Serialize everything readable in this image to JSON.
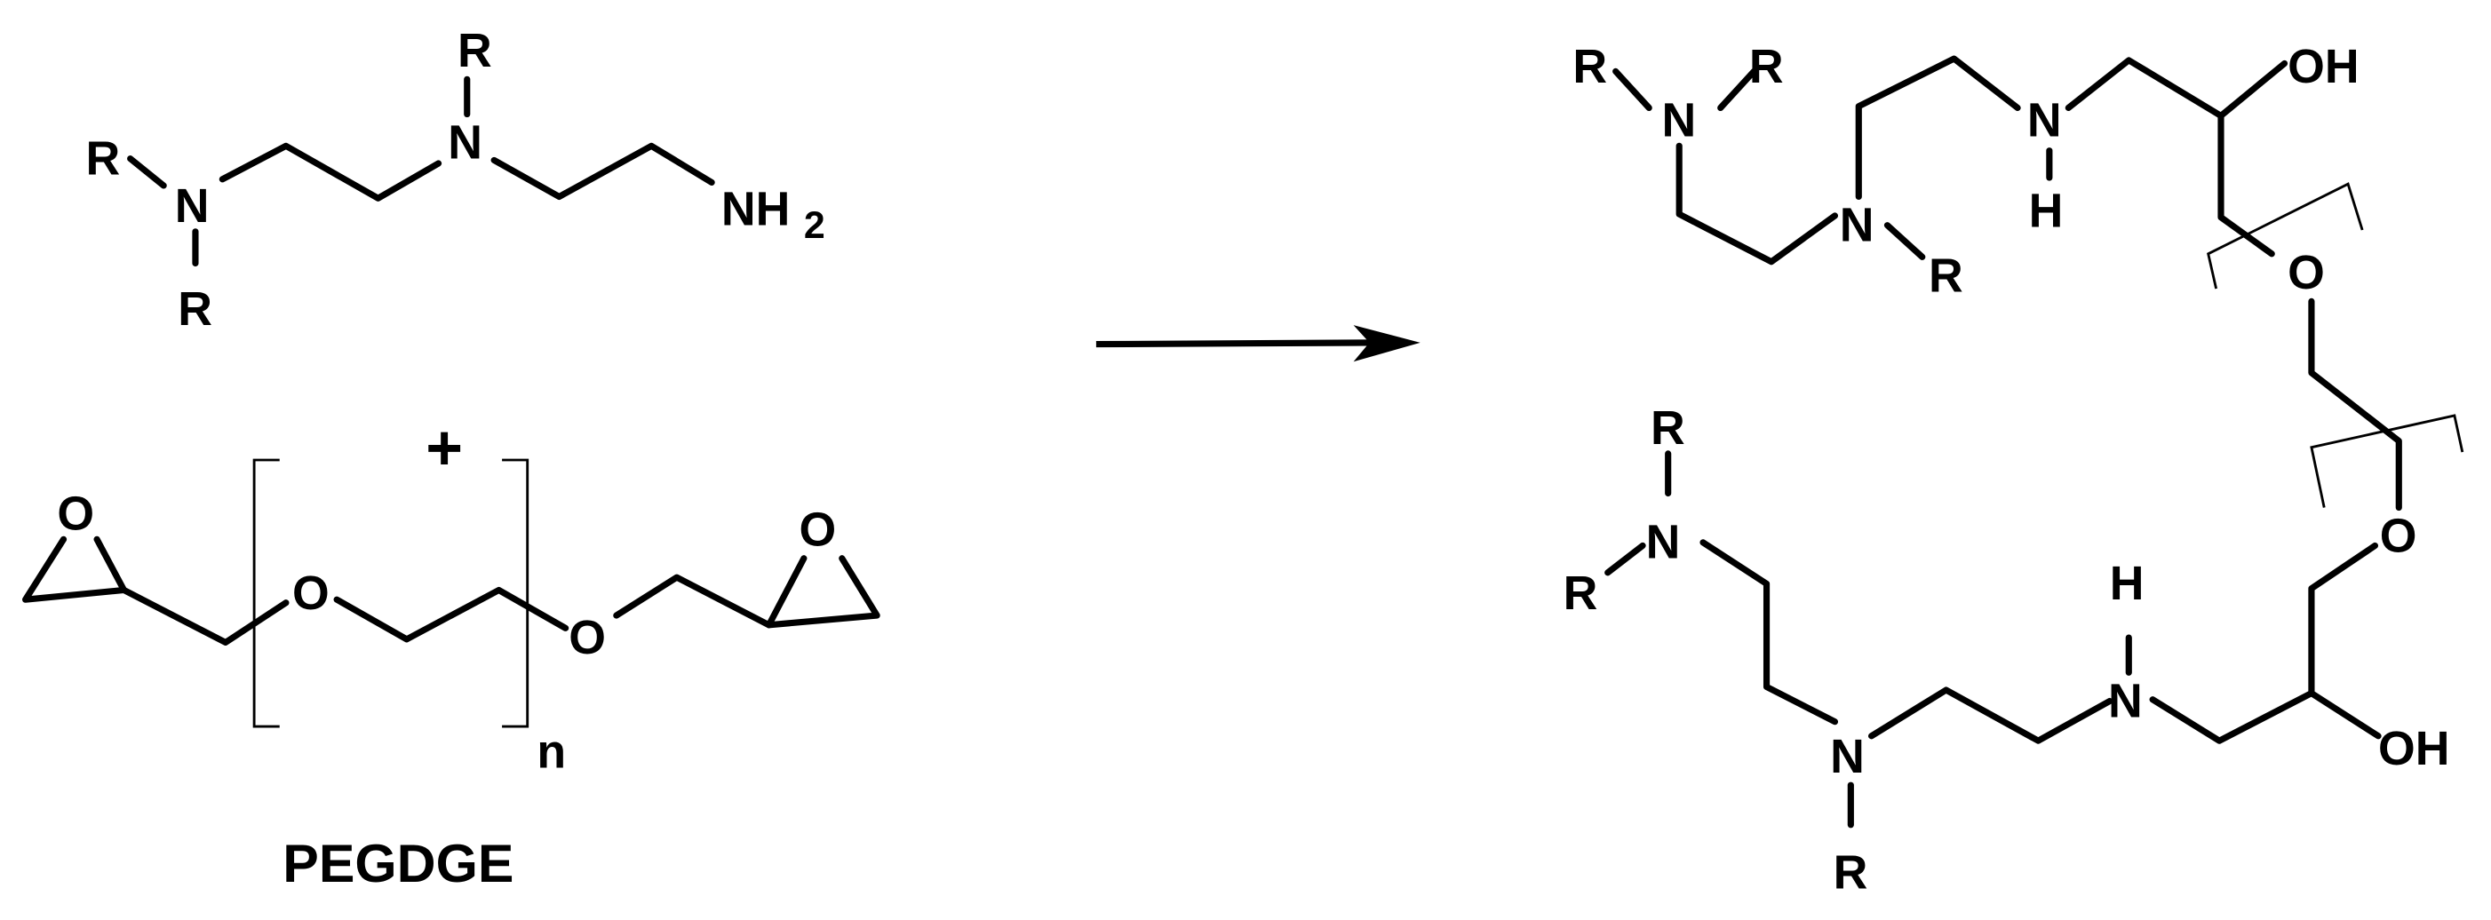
{
  "scheme": {
    "type": "chemical-reaction-scheme",
    "background": "#ffffff",
    "ink": "#000000",
    "reactants": [
      {
        "name": "amine",
        "atoms": {
          "r_top": "R",
          "r_left": "R",
          "r_bottom": "R",
          "n1": "N",
          "n2": "N",
          "nh2_main": "NH",
          "nh2_sub": "2"
        }
      },
      {
        "name": "PEGDGE",
        "label": "PEGDGE",
        "atoms": {
          "o_epox_left": "O",
          "o_repeat": "O",
          "o_link": "O",
          "o_epox_right": "O",
          "repeat_subscript": "n"
        }
      }
    ],
    "plus_sign": "+",
    "arrow": "reaction-arrow",
    "product": {
      "upper": {
        "r1": "R",
        "r2": "R",
        "r3": "R",
        "n_tert_top": "N",
        "n_tert_mid": "N",
        "n_sec": "N",
        "h_sec": "H",
        "oh": "OH",
        "o_ether": "O"
      },
      "lower": {
        "r1": "R",
        "r2": "R",
        "r3": "R",
        "n_tert_left": "N",
        "n_tert_bottom": "N",
        "n_sec": "N",
        "h_sec": "H",
        "oh": "OH",
        "o_ether": "O"
      }
    }
  }
}
